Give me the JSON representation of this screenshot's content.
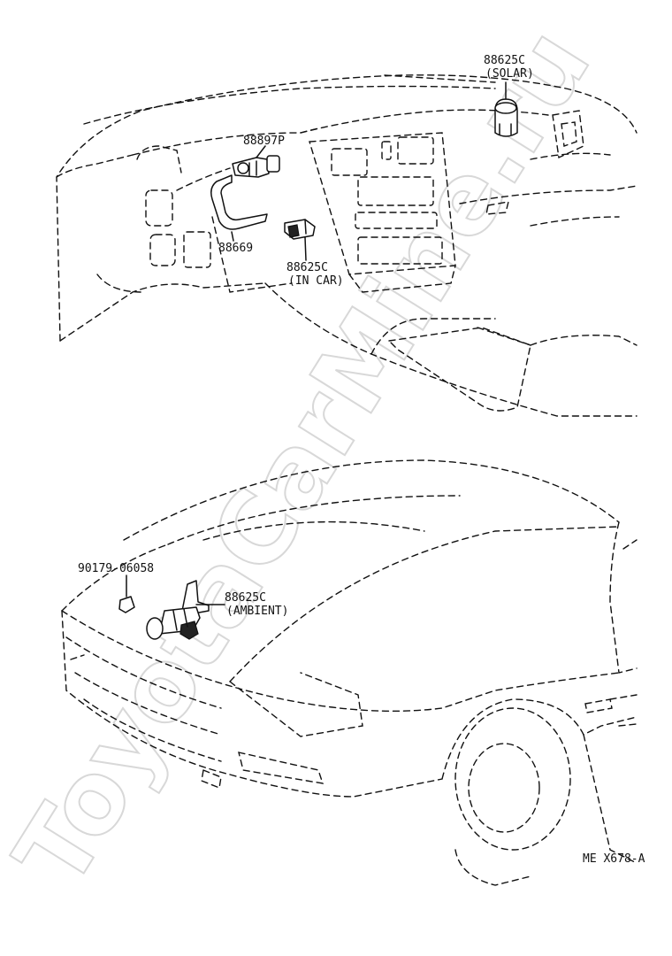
{
  "watermark": "ToyotaCarMine.ru",
  "labels": {
    "solar_part": "88625C",
    "solar_note": "(SOLAR)",
    "aspirator_part": "88897P",
    "hose_part": "88669",
    "in_car_part": "88625C",
    "in_car_note": "(IN CAR)",
    "clip_part": "90179-06058",
    "ambient_part": "88625C",
    "ambient_note": "(AMBIENT)",
    "diagram_code": "ME  X678-A"
  }
}
